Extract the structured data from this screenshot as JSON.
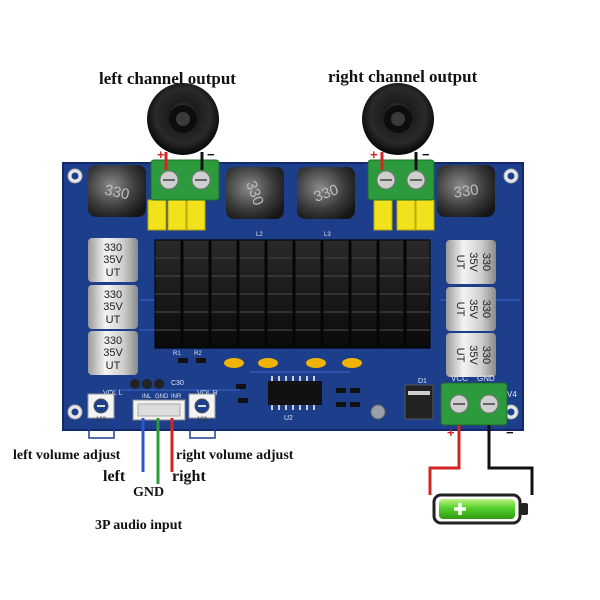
{
  "labels": {
    "left_channel_output": "left channel output",
    "right_channel_output": "right channel output",
    "left_volume_adjust": "left volume adjust",
    "right_volume_adjust": "right volume adjust",
    "left": "left",
    "gnd": "GND",
    "right": "right",
    "audio_input": "3P audio input"
  },
  "board": {
    "inductor_marking": "330",
    "cap_value": "330",
    "cap_voltage": "35V",
    "cap_series": "UT",
    "silk": {
      "vol_l": "VOL L",
      "vol_r": "VOL R",
      "inl": "INL",
      "gnd": "GND",
      "inr": "INR",
      "vcc": "VCC",
      "gnd_power": "GND",
      "c30": "C30",
      "u2": "U2",
      "l2": "L2",
      "l3": "L3",
      "d1": "D1",
      "r1": "R1",
      "r2": "R2",
      "v4": "V4"
    }
  },
  "polarity": {
    "plus": "+",
    "minus": "−"
  },
  "colors": {
    "board": "#1d3e8a",
    "terminal": "#2e9a3e",
    "heatsink": "#141414",
    "cap_film": "#f2e21c",
    "wire_red": "#d42424",
    "wire_black": "#111111",
    "wire_blue": "#2b56c9",
    "wire_green": "#2a9a3a",
    "battery_fill": "#55d12b"
  },
  "icons": [
    "speaker-icon",
    "battery-icon",
    "potentiometer-icon",
    "plus-icon"
  ]
}
